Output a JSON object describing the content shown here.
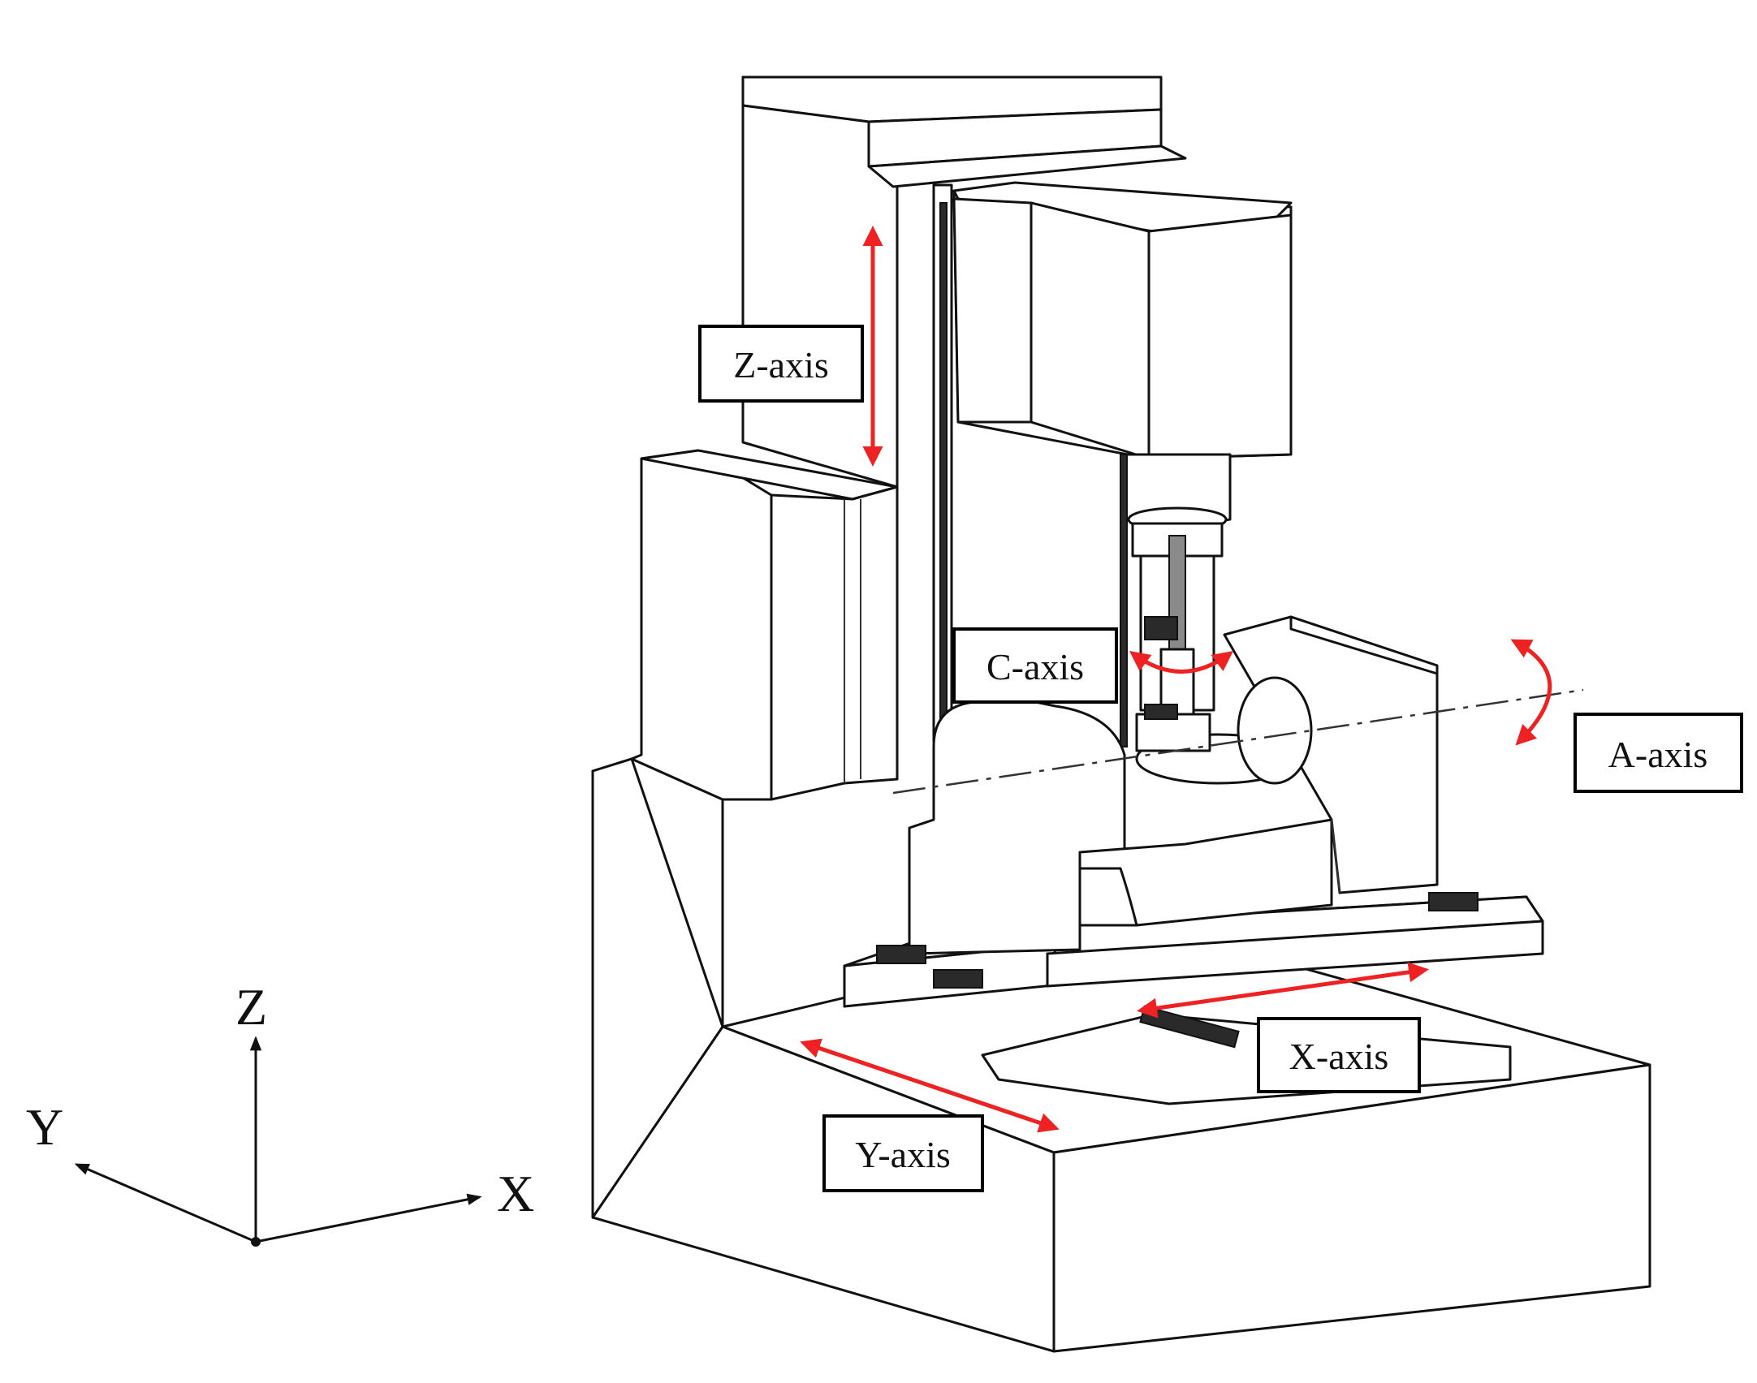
{
  "labels": {
    "z_axis": "Z-axis",
    "c_axis": "C-axis",
    "a_axis": "A-axis",
    "x_axis": "X-axis",
    "y_axis": "Y-axis"
  },
  "coordinate_frame": {
    "z": "Z",
    "y": "Y",
    "x": "X"
  },
  "colors": {
    "motion_arrow": "#ee2222",
    "line": "#111111",
    "background": "#ffffff"
  },
  "icons": {
    "spindle": "spindle-icon",
    "rotary_table": "trunnion-table-icon"
  }
}
